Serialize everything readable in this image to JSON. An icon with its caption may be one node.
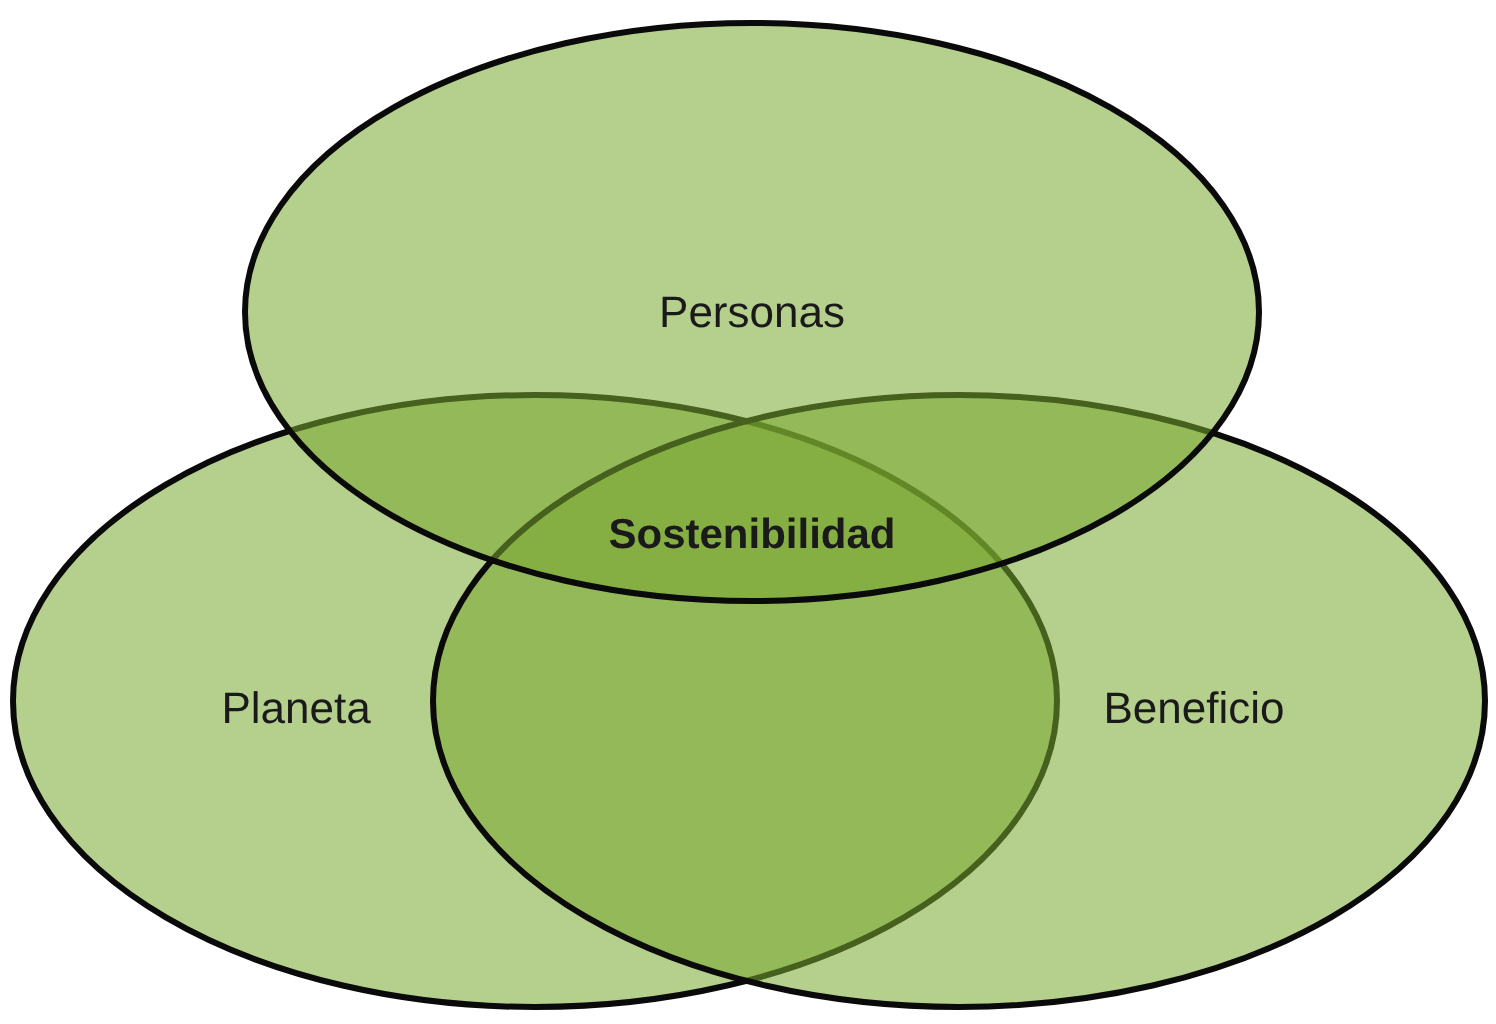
{
  "diagram": {
    "nodes": [
      {
        "text": [
          "Personas"
        ]
      },
      {
        "text": [
          "Planeta"
        ]
      },
      {
        "text": [
          "Beneficio"
        ]
      }
    ],
    "labels": [
      "Sostenibilidad"
    ]
  }
}
